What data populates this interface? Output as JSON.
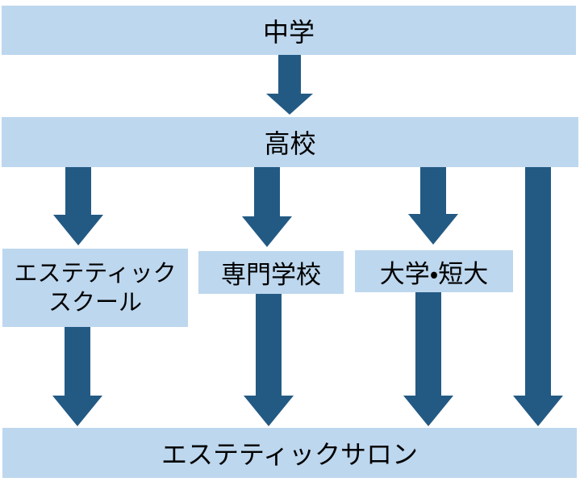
{
  "diagram": {
    "type": "flowchart",
    "description": "Career pathway flowchart from junior high school to esthetic salon",
    "colors": {
      "background": "#FFFFFF",
      "band_fill": "#BDD7EE",
      "arrow": "#235A84",
      "text": "#000000"
    },
    "nodes": {
      "junior_high": {
        "label": "中学"
      },
      "high_school": {
        "label": "高校"
      },
      "esthetic_school": {
        "lines": [
          "エステティック",
          "スクール"
        ]
      },
      "vocational_school": {
        "label": "専門学校"
      },
      "university": {
        "label": "大学・短大"
      },
      "esthetic_salon": {
        "label": "エステティックサロン"
      }
    },
    "edges": [
      {
        "from": "中学",
        "to": "高校"
      },
      {
        "from": "高校",
        "to": "エステティックスクール"
      },
      {
        "from": "高校",
        "to": "専門学校"
      },
      {
        "from": "高校",
        "to": "大学・短大"
      },
      {
        "from": "高校",
        "to": "エステティックサロン"
      },
      {
        "from": "エステティックスクール",
        "to": "エステティックサロン"
      },
      {
        "from": "専門学校",
        "to": "エステティックサロン"
      },
      {
        "from": "大学・短大",
        "to": "エステティックサロン"
      }
    ]
  }
}
